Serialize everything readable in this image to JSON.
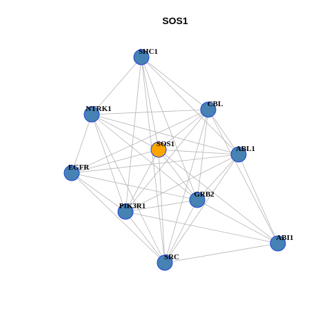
{
  "title": "SOS1",
  "colors": {
    "node_default": "#4682b4",
    "node_focus": "#ffa500",
    "node_border": "#1f3fd6",
    "edge": "#b3b3b3"
  },
  "nodes": [
    {
      "id": "SHC1",
      "label": "SHC1",
      "focus": false
    },
    {
      "id": "CBL",
      "label": "CBL",
      "focus": false
    },
    {
      "id": "NTRK1",
      "label": "NTRK1",
      "focus": false
    },
    {
      "id": "SOS1",
      "label": "SOS1",
      "focus": true
    },
    {
      "id": "ABL1",
      "label": "ABL1",
      "focus": false
    },
    {
      "id": "EGFR",
      "label": "EGFR",
      "focus": false
    },
    {
      "id": "GRB2",
      "label": "GRB2",
      "focus": false
    },
    {
      "id": "PIK3R1",
      "label": "PIK3R1",
      "focus": false
    },
    {
      "id": "ABI1",
      "label": "ABI1",
      "focus": false
    },
    {
      "id": "SRC",
      "label": "SRC",
      "focus": false
    }
  ],
  "edges": [
    [
      "SHC1",
      "CBL"
    ],
    [
      "SHC1",
      "NTRK1"
    ],
    [
      "SHC1",
      "SOS1"
    ],
    [
      "SHC1",
      "ABL1"
    ],
    [
      "SHC1",
      "GRB2"
    ],
    [
      "SHC1",
      "PIK3R1"
    ],
    [
      "SHC1",
      "SRC"
    ],
    [
      "CBL",
      "NTRK1"
    ],
    [
      "CBL",
      "SOS1"
    ],
    [
      "CBL",
      "ABL1"
    ],
    [
      "CBL",
      "EGFR"
    ],
    [
      "CBL",
      "GRB2"
    ],
    [
      "CBL",
      "PIK3R1"
    ],
    [
      "CBL",
      "ABI1"
    ],
    [
      "CBL",
      "SRC"
    ],
    [
      "NTRK1",
      "SOS1"
    ],
    [
      "NTRK1",
      "ABL1"
    ],
    [
      "NTRK1",
      "EGFR"
    ],
    [
      "NTRK1",
      "GRB2"
    ],
    [
      "NTRK1",
      "PIK3R1"
    ],
    [
      "NTRK1",
      "SRC"
    ],
    [
      "SOS1",
      "ABL1"
    ],
    [
      "SOS1",
      "EGFR"
    ],
    [
      "SOS1",
      "GRB2"
    ],
    [
      "SOS1",
      "PIK3R1"
    ],
    [
      "SOS1",
      "ABI1"
    ],
    [
      "SOS1",
      "SRC"
    ],
    [
      "ABL1",
      "EGFR"
    ],
    [
      "ABL1",
      "GRB2"
    ],
    [
      "ABL1",
      "PIK3R1"
    ],
    [
      "ABL1",
      "ABI1"
    ],
    [
      "ABL1",
      "SRC"
    ],
    [
      "EGFR",
      "GRB2"
    ],
    [
      "EGFR",
      "PIK3R1"
    ],
    [
      "EGFR",
      "SRC"
    ],
    [
      "GRB2",
      "PIK3R1"
    ],
    [
      "GRB2",
      "ABI1"
    ],
    [
      "GRB2",
      "SRC"
    ],
    [
      "PIK3R1",
      "ABI1"
    ],
    [
      "PIK3R1",
      "SRC"
    ],
    [
      "ABI1",
      "SRC"
    ]
  ]
}
